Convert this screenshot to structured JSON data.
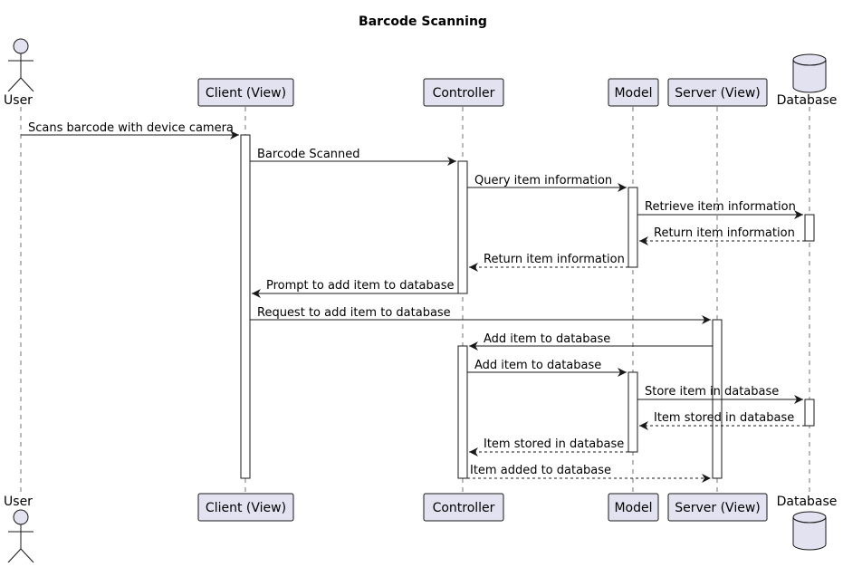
{
  "title": "Barcode Scanning",
  "participants": [
    {
      "id": "user",
      "label": "User",
      "kind": "actor"
    },
    {
      "id": "client",
      "label": "Client (View)",
      "kind": "participant"
    },
    {
      "id": "controller",
      "label": "Controller",
      "kind": "participant"
    },
    {
      "id": "model",
      "label": "Model",
      "kind": "participant"
    },
    {
      "id": "server",
      "label": "Server (View)",
      "kind": "participant"
    },
    {
      "id": "database",
      "label": "Database",
      "kind": "database"
    }
  ],
  "messages": [
    {
      "from": "user",
      "to": "client",
      "label": "Scans barcode with device camera",
      "style": "solid"
    },
    {
      "from": "client",
      "to": "controller",
      "label": "Barcode Scanned",
      "style": "solid"
    },
    {
      "from": "controller",
      "to": "model",
      "label": "Query item information",
      "style": "solid"
    },
    {
      "from": "model",
      "to": "database",
      "label": "Retrieve item information",
      "style": "solid"
    },
    {
      "from": "database",
      "to": "model",
      "label": "Return item information",
      "style": "dashed"
    },
    {
      "from": "model",
      "to": "controller",
      "label": "Return item information",
      "style": "dashed"
    },
    {
      "from": "controller",
      "to": "client",
      "label": "Prompt to add item to database",
      "style": "solid"
    },
    {
      "from": "client",
      "to": "server",
      "label": "Request to add item to database",
      "style": "solid"
    },
    {
      "from": "server",
      "to": "controller",
      "label": "Add item to database",
      "style": "solid"
    },
    {
      "from": "controller",
      "to": "model",
      "label": "Add item to database",
      "style": "solid"
    },
    {
      "from": "model",
      "to": "database",
      "label": "Store item in database",
      "style": "solid"
    },
    {
      "from": "database",
      "to": "model",
      "label": "Item stored in database",
      "style": "dashed"
    },
    {
      "from": "model",
      "to": "controller",
      "label": "Item stored in database",
      "style": "dashed"
    },
    {
      "from": "controller",
      "to": "server",
      "label": "Item added to database",
      "style": "dashed"
    }
  ],
  "colors": {
    "participant_fill": "#E2E2F0",
    "participant_border": "#181818",
    "lifeline": "#181818",
    "activation_fill": "#FFFFFF",
    "arrow": "#181818",
    "text": "#000000"
  }
}
